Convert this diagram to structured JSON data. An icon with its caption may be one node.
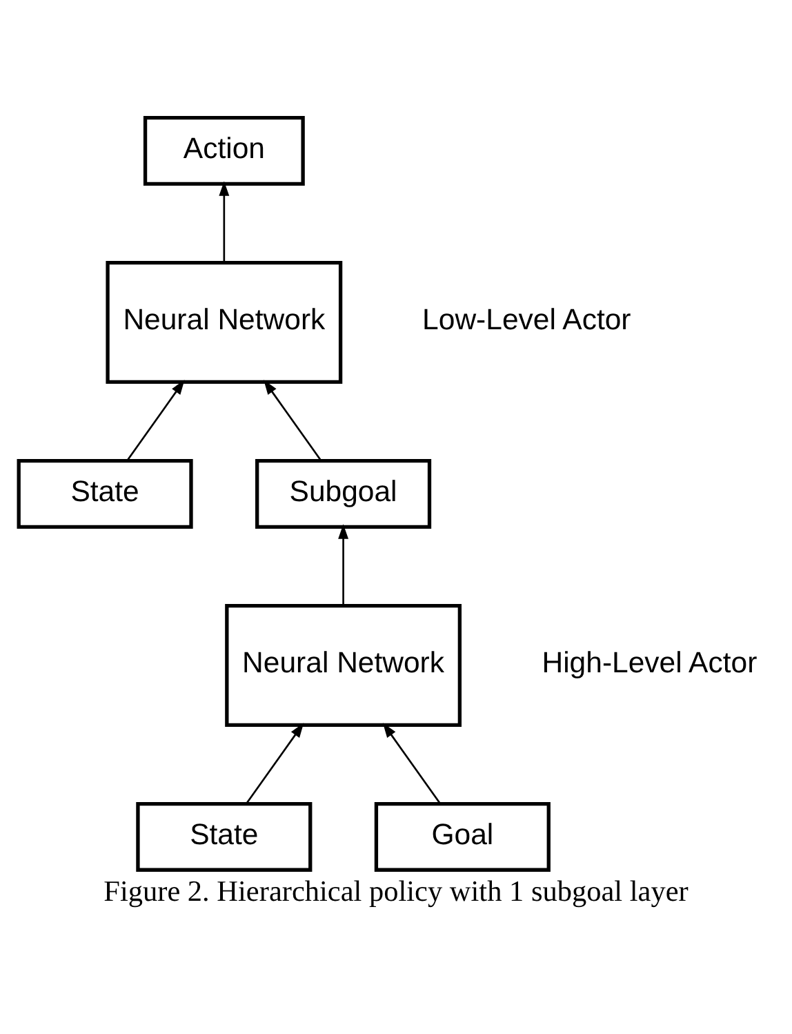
{
  "diagram": {
    "caption": "Figure 2. Hierarchical policy with 1 subgoal layer",
    "nodes": [
      {
        "text": [
          "Action"
        ]
      },
      {
        "text": [
          "Neural Network"
        ],
        "beside": [
          "Low-Level Actor"
        ]
      },
      {
        "text": [
          "State"
        ]
      },
      {
        "text": [
          "Subgoal"
        ]
      },
      {
        "text": [
          "Neural Network"
        ],
        "beside": [
          "High-Level Actor"
        ]
      },
      {
        "text": [
          "State"
        ]
      },
      {
        "text": [
          "Goal"
        ]
      }
    ],
    "edges": [
      {
        "from": 1,
        "to": 0,
        "arrow": "to"
      },
      {
        "from": 2,
        "to": 1,
        "arrow": "to"
      },
      {
        "from": 3,
        "to": 1,
        "arrow": "to"
      },
      {
        "from": 4,
        "to": 3,
        "arrow": "to"
      },
      {
        "from": 5,
        "to": 4,
        "arrow": "to"
      },
      {
        "from": 6,
        "to": 4,
        "arrow": "to"
      }
    ]
  }
}
